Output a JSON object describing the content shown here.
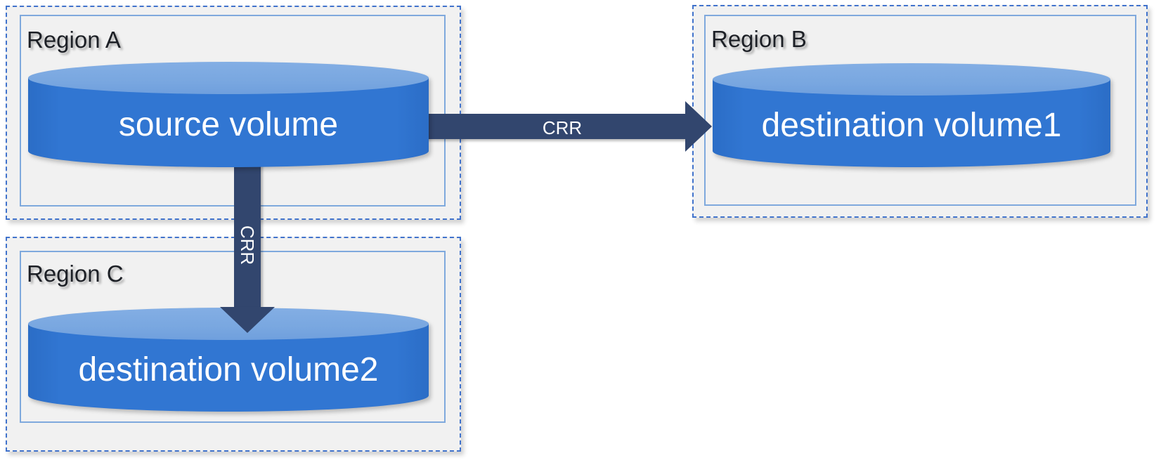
{
  "regions": [
    {
      "label": "Region A",
      "volume": "source volume"
    },
    {
      "label": "Region B",
      "volume": "destination volume1"
    },
    {
      "label": "Region C",
      "volume": "destination volume2"
    }
  ],
  "arrows": [
    {
      "label": "CRR",
      "from": "source volume",
      "to": "destination volume1",
      "direction": "right"
    },
    {
      "label": "CRR",
      "from": "source volume",
      "to": "destination volume2",
      "direction": "down"
    }
  ],
  "colors": {
    "arrow": "#32466e",
    "region_border_dashed": "#4173cc",
    "region_border_inner": "#7fa9dd",
    "region_background": "#f1f1f1",
    "cylinder_body": "#3176d2",
    "cylinder_top": "#79a7e0",
    "region_label_text": "#1d2026",
    "volume_label_text": "#ffffff"
  }
}
